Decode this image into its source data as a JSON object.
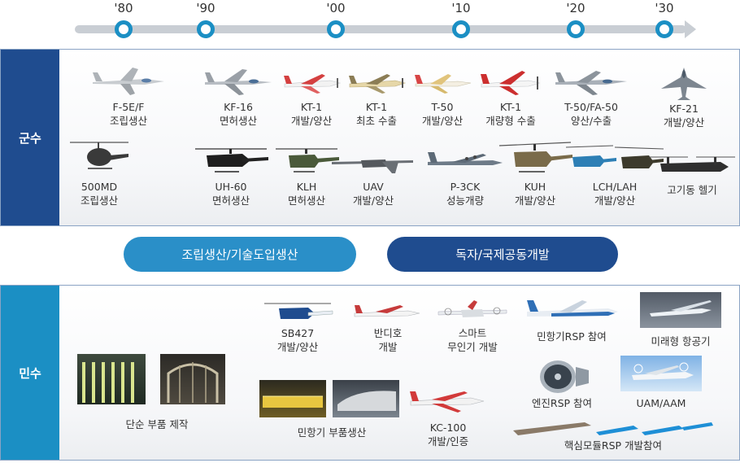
{
  "timeline": {
    "years": [
      "'80",
      "'90",
      "'00",
      "'10",
      "'20",
      "'30"
    ]
  },
  "military": {
    "label": "군수",
    "row1": [
      {
        "name": "F-5E/F",
        "desc": "조립생산"
      },
      {
        "name": "KF-16",
        "desc": "면허생산"
      },
      {
        "name": "KT-1",
        "desc": "개발/양산"
      },
      {
        "name": "KT-1",
        "desc": "최초 수출"
      },
      {
        "name": "T-50",
        "desc": "개발/양산"
      },
      {
        "name": "KT-1",
        "desc": "개량형 수출"
      },
      {
        "name": "T-50/FA-50",
        "desc": "양산/수출"
      },
      {
        "name": "KF-21",
        "desc": "개발/양산"
      }
    ],
    "row2": [
      {
        "name": "500MD",
        "desc": "조립생산"
      },
      {
        "name": "UH-60",
        "desc": "면허생산"
      },
      {
        "name": "KLH",
        "desc": "면허생산"
      },
      {
        "name": "UAV",
        "desc": "개발/양산"
      },
      {
        "name": "P-3CK",
        "desc": "성능개량"
      },
      {
        "name": "KUH",
        "desc": "개발/양산"
      },
      {
        "name": "LCH/LAH",
        "desc": "개발/양산"
      },
      {
        "name": "고기동 헬기",
        "desc": ""
      }
    ]
  },
  "phases": {
    "left": "조립생산/기술도입생산",
    "right": "독자/국제공동개발"
  },
  "civil": {
    "label": "민수",
    "items": {
      "simple_parts": "단순 부품 제작",
      "airliner_parts": "민항기 부품생산",
      "sb427_name": "SB427",
      "sb427_desc": "개발/양산",
      "bandiho_name": "반디호",
      "bandiho_desc": "개발",
      "smart_name": "스마트",
      "smart_desc": "무인기 개발",
      "rsp": "민항기RSP 참여",
      "future": "미래형 항공기",
      "engine": "엔진RSP 참여",
      "uam": "UAM/AAM",
      "kc100_name": "KC-100",
      "kc100_desc": "개발/인증",
      "core": "핵심모듈RSP 개발참여"
    }
  },
  "colors": {
    "navy": "#1f4c8f",
    "sky": "#1b8fc4",
    "timeline": "#c9ced4"
  }
}
